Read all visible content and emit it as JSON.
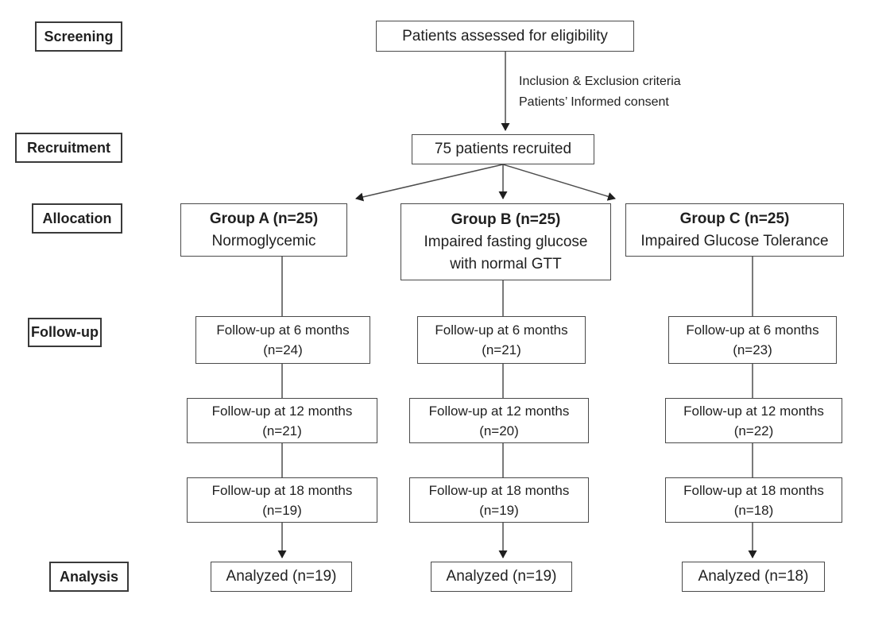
{
  "stages": {
    "screening": "Screening",
    "recruitment": "Recruitment",
    "allocation": "Allocation",
    "followup": "Follow-up",
    "analysis": "Analysis"
  },
  "flow": {
    "eligibility": "Patients assessed for eligibility",
    "note_line1": "Inclusion & Exclusion criteria",
    "note_line2": "Patients’ Informed consent",
    "recruited": "75 patients recruited"
  },
  "groups": [
    {
      "title": "Group A (n=25)",
      "desc_lines": [
        "Normoglycemic"
      ],
      "followups": [
        {
          "label": "Follow-up at 6 months",
          "n": "(n=24)"
        },
        {
          "label": "Follow-up at 12 months",
          "n": "(n=21)"
        },
        {
          "label": "Follow-up at 18 months",
          "n": "(n=19)"
        }
      ],
      "analyzed": "Analyzed (n=19)"
    },
    {
      "title": "Group B (n=25)",
      "desc_lines": [
        "Impaired fasting glucose",
        "with normal GTT"
      ],
      "followups": [
        {
          "label": "Follow-up at 6 months",
          "n": "(n=21)"
        },
        {
          "label": "Follow-up at 12 months",
          "n": "(n=20)"
        },
        {
          "label": "Follow-up at 18 months",
          "n": "(n=19)"
        }
      ],
      "analyzed": "Analyzed (n=19)"
    },
    {
      "title": "Group C (n=25)",
      "desc_lines": [
        "Impaired Glucose Tolerance"
      ],
      "followups": [
        {
          "label": "Follow-up at 6 months",
          "n": "(n=23)"
        },
        {
          "label": "Follow-up at 12 months",
          "n": "(n=22)"
        },
        {
          "label": "Follow-up at 18 months",
          "n": "(n=18)"
        }
      ],
      "analyzed": "Analyzed (n=18)"
    }
  ],
  "colors": {
    "background": "#ffffff",
    "border": "#4a4a4a",
    "text": "#1f1f1f",
    "line": "#4d4d4d"
  }
}
